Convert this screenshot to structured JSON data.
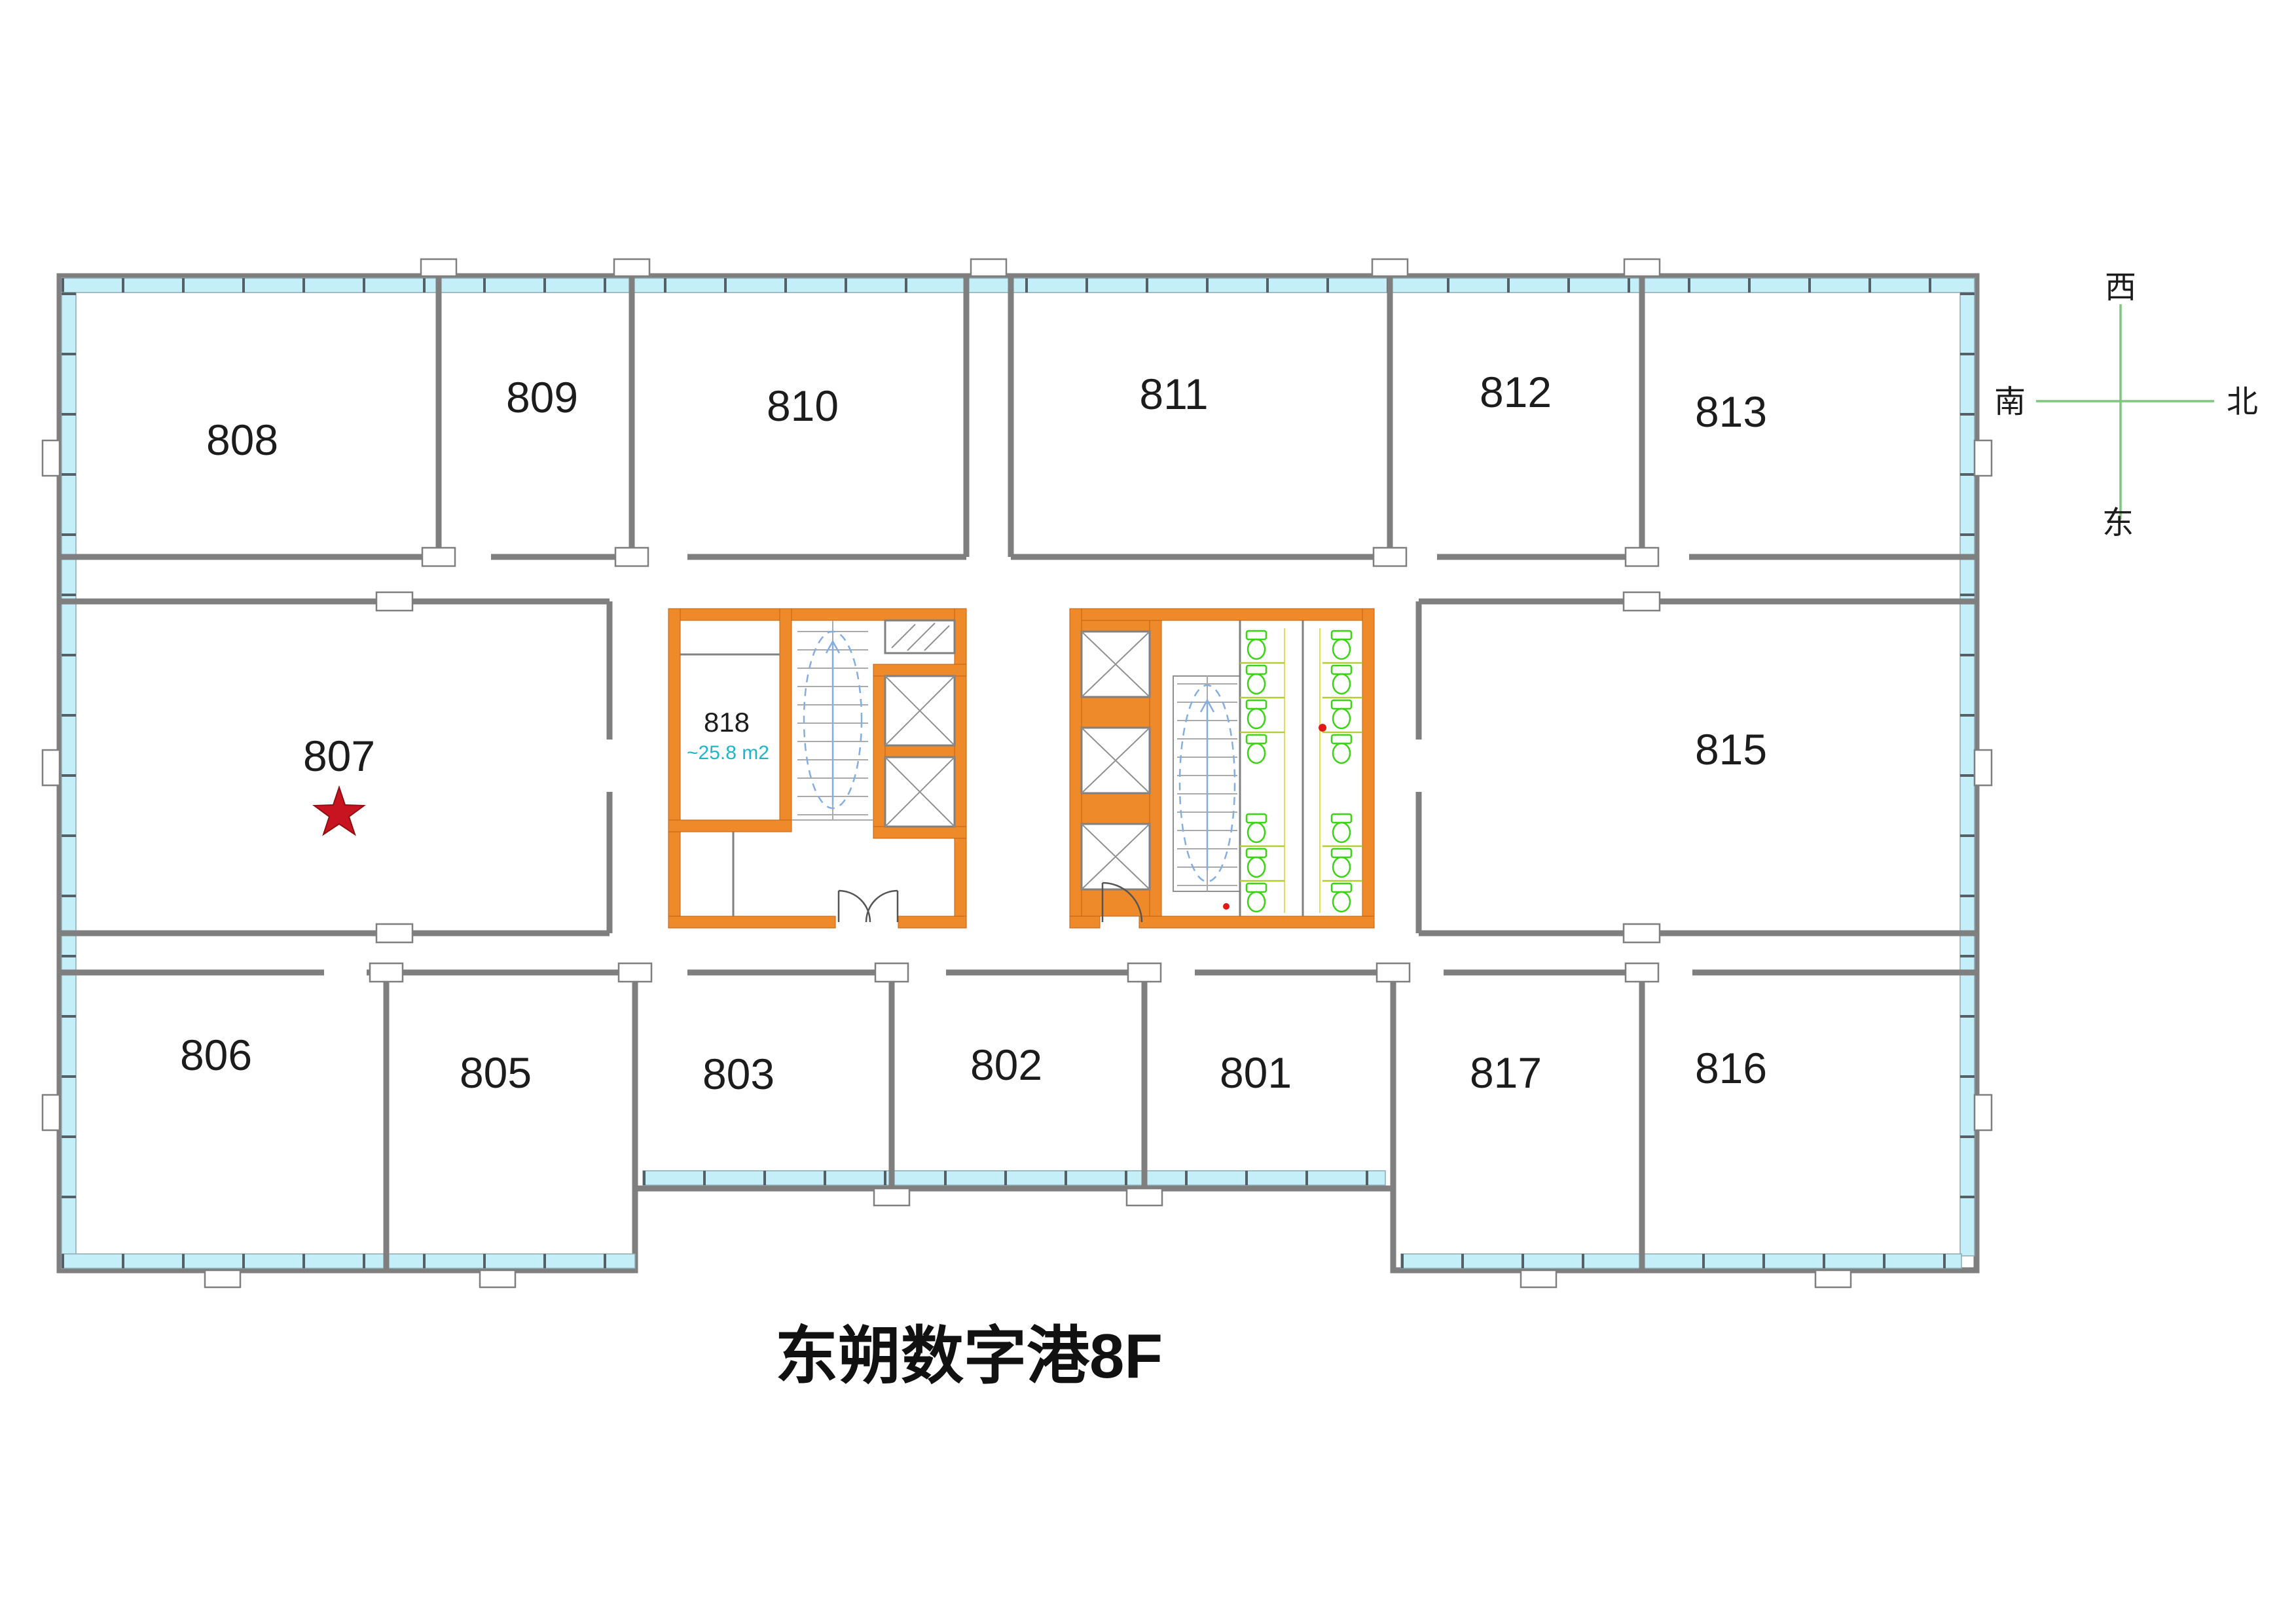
{
  "title": "东朔数字港8F",
  "compass": {
    "top": "西",
    "right": "北",
    "left": "南",
    "bottom": "东"
  },
  "rooms": {
    "r801": "801",
    "r802": "802",
    "r803": "803",
    "r805": "805",
    "r806": "806",
    "r807": "807",
    "r808": "808",
    "r809": "809",
    "r810": "810",
    "r811": "811",
    "r812": "812",
    "r813": "813",
    "r815": "815",
    "r816": "816",
    "r817": "817",
    "r818": "818"
  },
  "core": {
    "room818_area": "~25.8 m2"
  },
  "marker": {
    "shape": "red-star",
    "at_room": "807"
  },
  "colors": {
    "window_band": "#c4eef8",
    "core_wall_orange": "#ef8a2a",
    "fixture_green": "#3ad415",
    "star_red": "#c81420",
    "compass_green": "#7dc87d",
    "area_text_teal": "#1fb6c9",
    "wall_gray": "#7f7f7f"
  }
}
